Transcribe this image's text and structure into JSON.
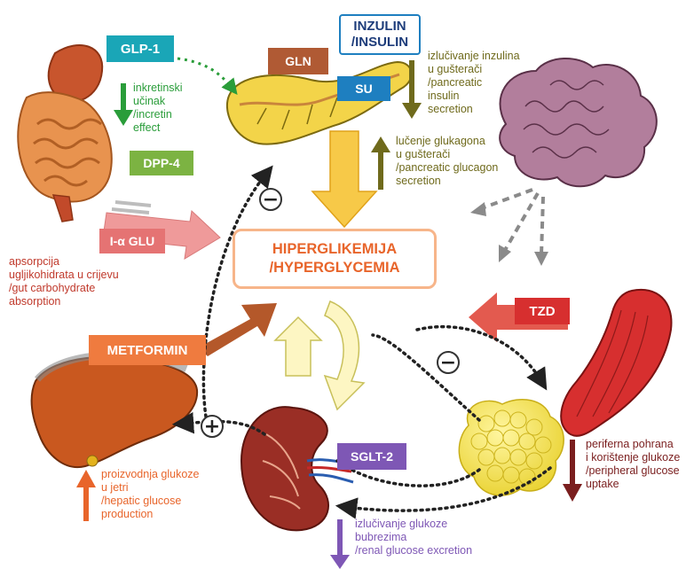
{
  "labels": {
    "glp1": "GLP-1",
    "incretin": "inkretinski\nučinak\n/incretin\neffect",
    "dpp4": "DPP-4",
    "iaglu": "I-α GLU",
    "gut_absorption": "apsorpcija\nugljikohidrata u crijevu\n/gut carbohydrate\nabsorption",
    "gln": "GLN",
    "insulin": "INZULIN\n/INSULIN",
    "su": "SU",
    "insulin_secretion": "izlučivanje inzulina\nu gušterači\n/pancreatic\ninsulin\nsecretion",
    "glucagon_secretion": "lučenje glukagona\nu gušterači\n/pancreatic glucagon\nsecretion",
    "hyperglycemia": "HIPERGLIKEMIJA\n/HYPERGLYCEMIA",
    "metformin": "METFORMIN",
    "tzd": "TZD",
    "sglt2": "SGLT-2",
    "hepatic": "proizvodnja glukoze\nu jetri\n/hepatic glucose\nproduction",
    "renal": "izlučivanje glukoze\nbubrezima\n/renal glucose excretion",
    "peripheral": "periferna pohrana\ni korištenje glukoze\n/peripheral glucose\nuptake",
    "minus": "−",
    "plus": "+"
  },
  "colors": {
    "teal": "#1aa6b7",
    "green": "#2a9d3a",
    "olive": "#6f6a1c",
    "red_label": "#c0392b",
    "orange": "#e8652b",
    "purple": "#7e57b5",
    "blue": "#1e7fc0",
    "brown": "#b4582a",
    "maroon": "#7a1e1e"
  }
}
